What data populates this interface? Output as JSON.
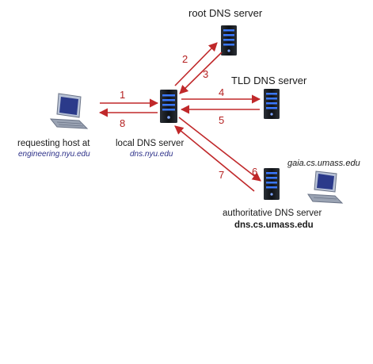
{
  "diagram": {
    "colors": {
      "arrow": "#c0282a",
      "arrow_label": "#b52222",
      "caption": "#1a1a1a",
      "hostname": "#2b2f88",
      "server_body": "#15181c",
      "server_lights": "#3a78ff"
    },
    "nodes": {
      "root": {
        "label": "root DNS server"
      },
      "tld": {
        "label": "TLD DNS server"
      },
      "local": {
        "label": "local DNS server",
        "hostname": "dns.nyu.edu"
      },
      "auth": {
        "label": "authoritative DNS server",
        "hostname": "dns.cs.umass.edu"
      },
      "requester": {
        "label": "requesting host at",
        "hostname": "engineering.nyu.edu"
      },
      "target": {
        "hostname": "gaia.cs.umass.edu"
      }
    },
    "steps": [
      "1",
      "2",
      "3",
      "4",
      "5",
      "6",
      "7",
      "8"
    ]
  }
}
